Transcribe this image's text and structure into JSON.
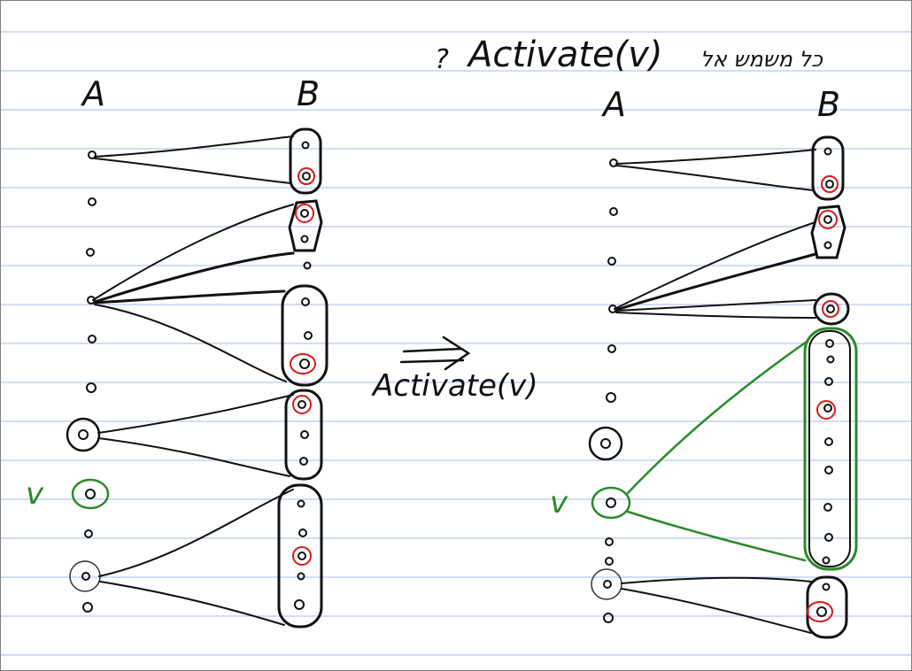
{
  "header": {
    "question_hebrew": "כל משמש אל",
    "question_func": "Activate(v)",
    "question_mark": "?"
  },
  "left": {
    "label_a": "A",
    "label_b": "B",
    "vertex_label": "v"
  },
  "arrow": {
    "label": "Activate(v)"
  },
  "right": {
    "label_a": "A",
    "label_b": "B",
    "vertex_label": "v"
  },
  "colors": {
    "ink": "#111111",
    "ruled_line": "#a9b8e8",
    "highlight": "#d91a1a",
    "activated": "#2a8a2a"
  }
}
